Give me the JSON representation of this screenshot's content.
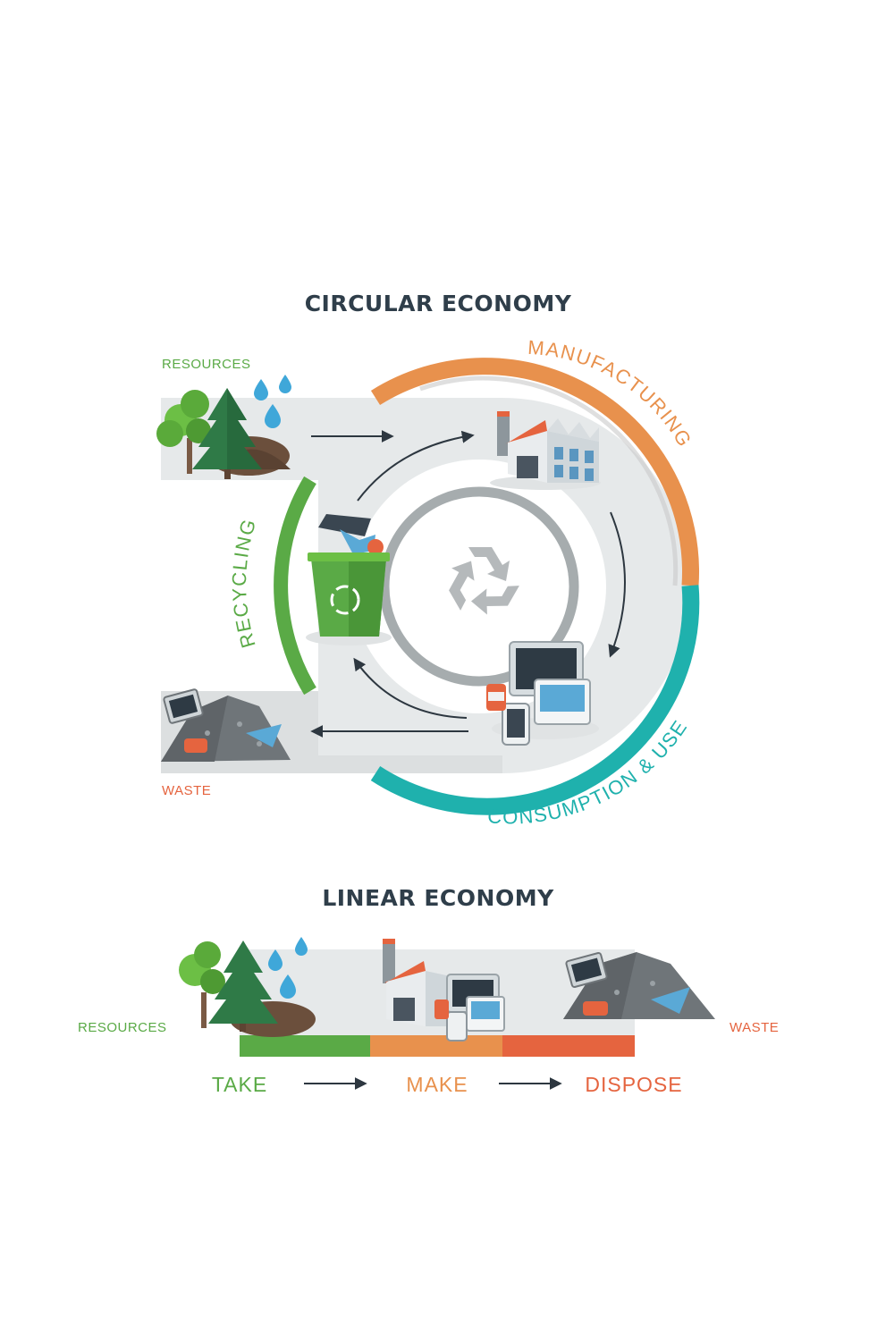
{
  "circular": {
    "title": "CIRCULAR ECONOMY",
    "labels": {
      "resources": "RESOURCES",
      "manufacturing": "MANUFACTURING",
      "consumption": "CONSUMPTION & USE",
      "recycling": "RECYCLING",
      "waste": "WASTE"
    }
  },
  "linear": {
    "title": "LINEAR ECONOMY",
    "labels": {
      "resources": "RESOURCES",
      "waste": "WASTE"
    },
    "steps": {
      "take": "TAKE",
      "make": "MAKE",
      "dispose": "DISPOSE"
    }
  },
  "colors": {
    "title": "#2f3e4a",
    "green": "#5aaa46",
    "orange": "#e8914d",
    "red": "#e5643f",
    "teal": "#1fb1ad",
    "track": "#e6e9ea",
    "ring": "#a6acae",
    "arrow": "#2d3740"
  },
  "icons": [
    "trees-icon",
    "water-drops-icon",
    "factory-icon",
    "devices-icon",
    "recycle-bin-icon",
    "recycle-symbol-icon",
    "waste-pile-icon"
  ]
}
